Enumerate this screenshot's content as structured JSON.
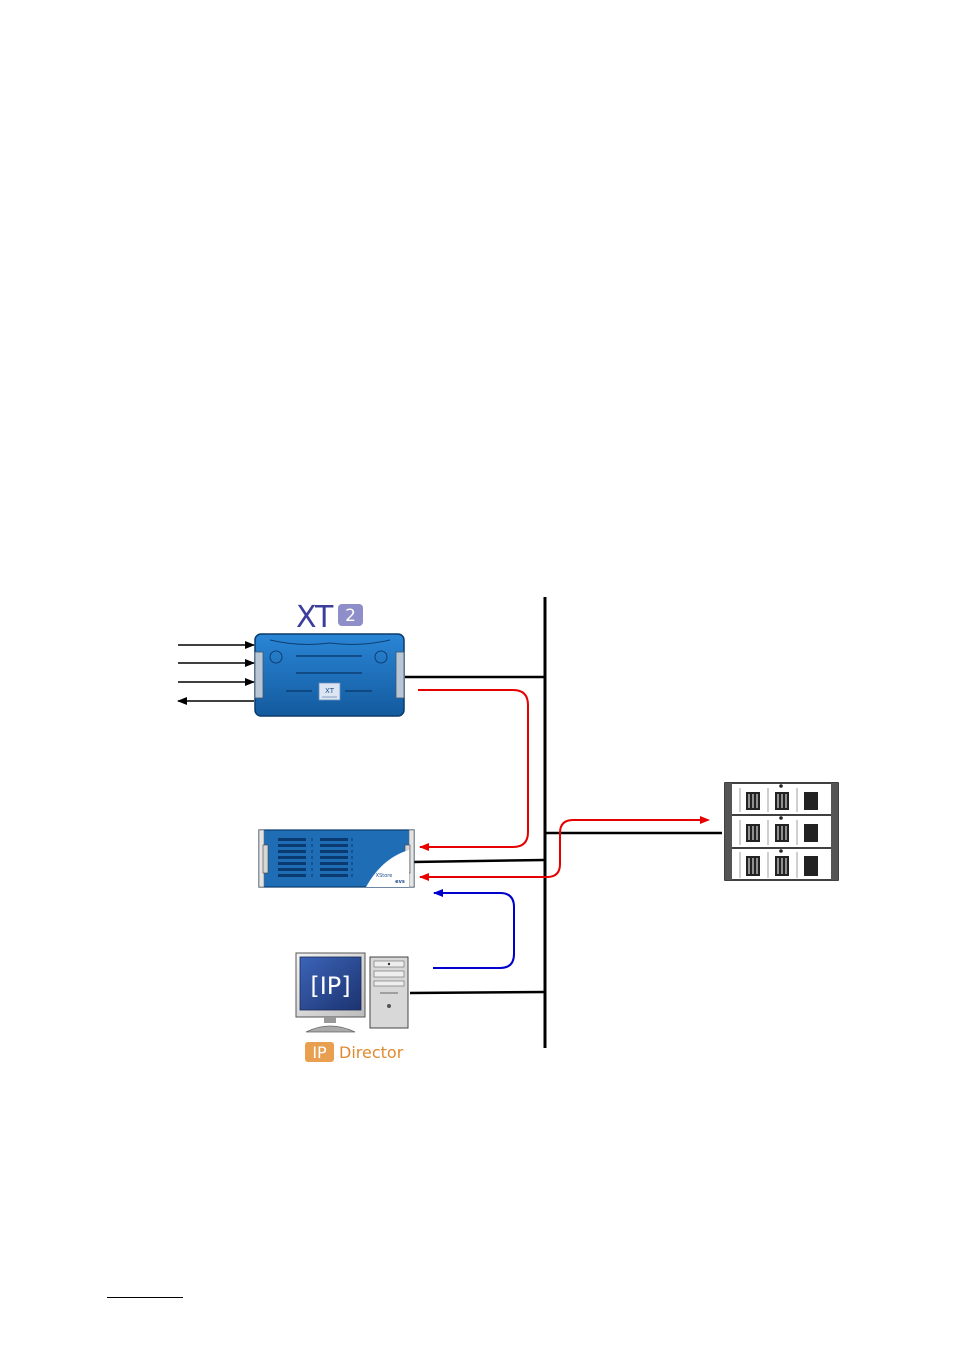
{
  "xt_device": {
    "logo_main": "XT",
    "logo_badge": "2",
    "panel_label": "XT",
    "color": "#1f6db5"
  },
  "xstore_device": {
    "brand_text": "XStore",
    "sub_brand": "evs",
    "color": "#1f6db5"
  },
  "ipdirector": {
    "screen_text": "[IP]",
    "badge_text": "IP",
    "label_text": "Director",
    "label_color": "#e8a050"
  },
  "colors": {
    "red_flow": "#e60000",
    "blue_flow": "#0000cc",
    "network": "#000000"
  }
}
